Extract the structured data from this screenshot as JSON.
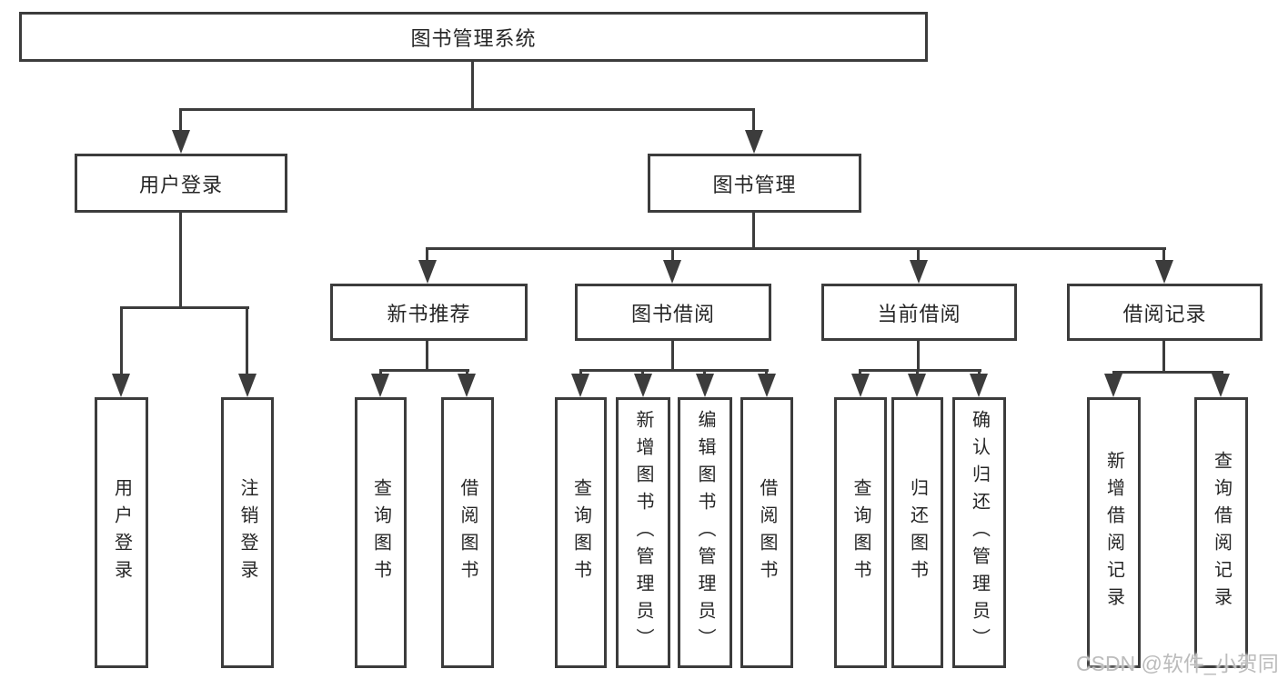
{
  "diagram": {
    "root": {
      "label": "图书管理系统"
    },
    "branches": [
      {
        "label": "用户登录",
        "children": [
          {
            "label": "用户登录"
          },
          {
            "label": "注销登录"
          }
        ]
      },
      {
        "label": "图书管理",
        "children": [
          {
            "label": "新书推荐",
            "children": [
              {
                "label": "查询图书"
              },
              {
                "label": "借阅图书"
              }
            ]
          },
          {
            "label": "图书借阅",
            "children": [
              {
                "label": "查询图书"
              },
              {
                "label": "新增图书（管理员）"
              },
              {
                "label": "编辑图书（管理员）"
              },
              {
                "label": "借阅图书"
              }
            ]
          },
          {
            "label": "当前借阅",
            "children": [
              {
                "label": "查询图书"
              },
              {
                "label": "归还图书"
              },
              {
                "label": "确认归还（管理员）"
              }
            ]
          },
          {
            "label": "借阅记录",
            "children": [
              {
                "label": "新增借阅记录"
              },
              {
                "label": "查询借阅记录"
              }
            ]
          }
        ]
      }
    ]
  },
  "watermark": {
    "text": "CSDN @软件_小贺同学"
  },
  "colors": {
    "line": "#3c3c3c",
    "text": "#262626",
    "background": "#ffffff",
    "watermark": "#bcbcbc"
  }
}
